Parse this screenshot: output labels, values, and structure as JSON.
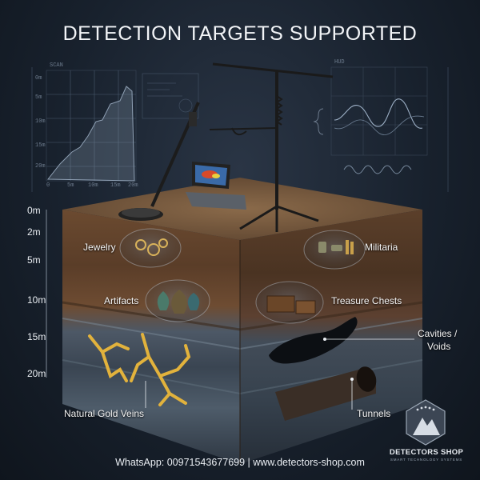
{
  "title": "DETECTION TARGETS SUPPORTED",
  "hud": {
    "scan_label": "SCAN",
    "hud_label": "HUD",
    "scan_y_ticks": [
      "0m",
      "5m",
      "10m",
      "15m",
      "20m"
    ],
    "scan_x_ticks": [
      "0",
      "5m",
      "10m",
      "15m",
      "20m"
    ]
  },
  "depth_markers": [
    "0m",
    "2m",
    "5m",
    "10m",
    "15m",
    "20m"
  ],
  "targets": {
    "jewelry": "Jewelry",
    "artifacts": "Artifacts",
    "militaria": "Militaria",
    "treasure_chests": "Treasure Chests",
    "cavities_line1": "Cavities /",
    "cavities_line2": "Voids",
    "gold_veins": "Natural Gold Veins",
    "tunnels": "Tunnels"
  },
  "footer": {
    "contact": "WhatsApp: 00971543677699  |  www.detectors-shop.com"
  },
  "brand": {
    "name": "DETECTORS SHOP",
    "tagline": "SMART TECHNOLOGY SYSTEMS"
  },
  "colors": {
    "background": "#18212d",
    "soil_top": "#6b5138",
    "rock": "#4a5866",
    "gold": "#e2b23c",
    "text": "#f2f4f7"
  }
}
